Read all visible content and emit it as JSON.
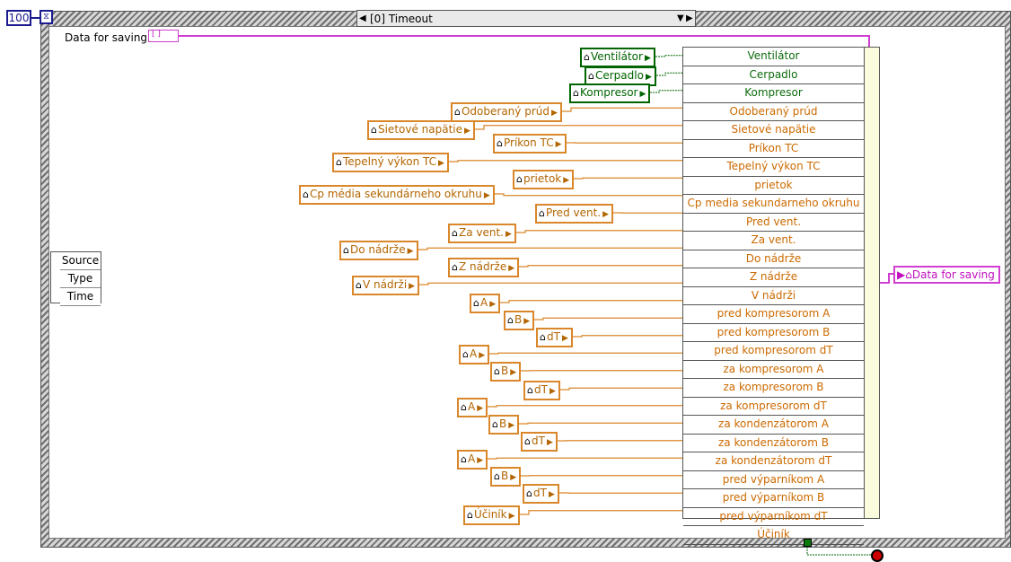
{
  "loop_count": "100",
  "event_case": {
    "label": "[0] Timeout"
  },
  "data_label": "Data for saving",
  "cluster_icon_text": "[ ]",
  "unbundle_items": [
    "Source",
    "Type",
    "Time"
  ],
  "bundle_rows": [
    {
      "label": "Ventilátor",
      "kind": "gr"
    },
    {
      "label": "Cerpadlo",
      "kind": "gr"
    },
    {
      "label": "Kompresor",
      "kind": "gr"
    },
    {
      "label": "Odoberaný prúd",
      "kind": "or"
    },
    {
      "label": "Sietové napätie",
      "kind": "or"
    },
    {
      "label": "Príkon TC",
      "kind": "or"
    },
    {
      "label": "Tepelný výkon TC",
      "kind": "or"
    },
    {
      "label": "prietok",
      "kind": "or"
    },
    {
      "label": "Cp media sekundarneho okruhu",
      "kind": "or"
    },
    {
      "label": "Pred vent.",
      "kind": "or"
    },
    {
      "label": "Za vent.",
      "kind": "or"
    },
    {
      "label": "Do nádrže",
      "kind": "or"
    },
    {
      "label": "Z nádrže",
      "kind": "or"
    },
    {
      "label": "V nádrži",
      "kind": "or"
    },
    {
      "label": "pred kompresorom A",
      "kind": "or"
    },
    {
      "label": "pred kompresorom B",
      "kind": "or"
    },
    {
      "label": "pred kompresorom dT",
      "kind": "or"
    },
    {
      "label": "za kompresorom A",
      "kind": "or"
    },
    {
      "label": "za kompresorom B",
      "kind": "or"
    },
    {
      "label": "za kompresorom dT",
      "kind": "or"
    },
    {
      "label": "za kondenzátorom A",
      "kind": "or"
    },
    {
      "label": "za kondenzátorom B",
      "kind": "or"
    },
    {
      "label": "za kondenzátorom dT",
      "kind": "or"
    },
    {
      "label": "pred výparníkom A",
      "kind": "or"
    },
    {
      "label": "pred výparníkom B",
      "kind": "or"
    },
    {
      "label": "pred výparníkom dT",
      "kind": "or"
    },
    {
      "label": "Účiník",
      "kind": "or"
    }
  ],
  "nodes": [
    {
      "label": "Ventilátor",
      "kind": "gr"
    },
    {
      "label": "Cerpadlo",
      "kind": "gr"
    },
    {
      "label": "Kompresor",
      "kind": "gr"
    },
    {
      "label": "Odoberaný prúd",
      "kind": "or"
    },
    {
      "label": "Sietové napätie",
      "kind": "or"
    },
    {
      "label": "Príkon TC",
      "kind": "or"
    },
    {
      "label": "Tepelný výkon TC",
      "kind": "or"
    },
    {
      "label": "prietok",
      "kind": "or"
    },
    {
      "label": "Cp média sekundárneho okruhu",
      "kind": "or"
    },
    {
      "label": "Pred vent.",
      "kind": "or"
    },
    {
      "label": "Za vent.",
      "kind": "or"
    },
    {
      "label": "Do nádrže",
      "kind": "or"
    },
    {
      "label": "Z nádrže",
      "kind": "or"
    },
    {
      "label": "V nádrži",
      "kind": "or"
    },
    {
      "label": "A",
      "kind": "or"
    },
    {
      "label": "B",
      "kind": "or"
    },
    {
      "label": "dT",
      "kind": "or"
    },
    {
      "label": "A",
      "kind": "or"
    },
    {
      "label": "B",
      "kind": "or"
    },
    {
      "label": "dT",
      "kind": "or"
    },
    {
      "label": "A",
      "kind": "or"
    },
    {
      "label": "B",
      "kind": "or"
    },
    {
      "label": "dT",
      "kind": "or"
    },
    {
      "label": "A",
      "kind": "or"
    },
    {
      "label": "B",
      "kind": "or"
    },
    {
      "label": "dT",
      "kind": "or"
    },
    {
      "label": "Účiník",
      "kind": "or"
    }
  ],
  "output_label": "Data for saving",
  "colors": {
    "orange_wire": "#d9872a",
    "green_wire": "#006400",
    "pink_wire": "#d03fd0",
    "loop_border": "#1b1b8f"
  }
}
